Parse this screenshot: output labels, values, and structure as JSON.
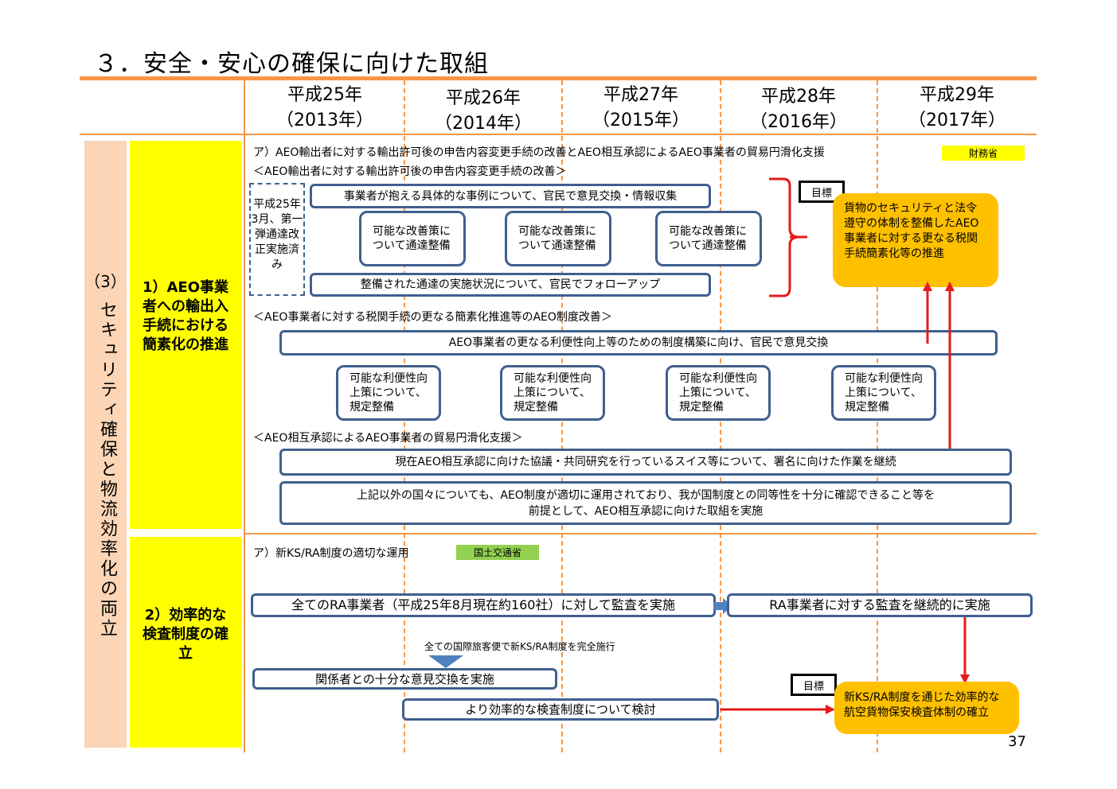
{
  "title": "３．安全・安心の確保に向けた取組",
  "years": [
    {
      "label": "平成25年",
      "sub": "（2013年）"
    },
    {
      "label": "平成26年",
      "sub": "（2014年）"
    },
    {
      "label": "平成27年",
      "sub": "（2015年）"
    },
    {
      "label": "平成28年",
      "sub": "（2016年）"
    },
    {
      "label": "平成29年",
      "sub": "（2017年）"
    }
  ],
  "section": {
    "number": "（3）",
    "name": "セキュリティ確保と物流効率化の両立"
  },
  "item1": {
    "label": "1）AEO事業者への輸出入手続における簡素化の推進",
    "heading": "ア）AEO輸出者に対する輸出許可後の申告内容変更手続の改善とAEO相互承認によるAEO事業者の貿易円滑化支援",
    "agency": "財務省",
    "sub1": "＜AEO輸出者に対する輸出許可後の申告内容変更手続の改善＞",
    "dashed_box": "平成25年3月、第一弾通達改正実施済み",
    "exchange": "事業者が抱える具体的な事例について、官民で意見交換・情報収集",
    "improve": [
      "可能な改善策について通達整備",
      "可能な改善策について通達整備",
      "可能な改善策について通達整備"
    ],
    "followup": "整備された通達の実施状況について、官民でフォローアップ",
    "goal_label": "目標",
    "goal_text": "貨物のセキュリティと法令遵守の体制を整備したAEO事業者に対する更なる税関手続簡素化等の推進",
    "sub2": "＜AEO事業者に対する税関手続の更なる簡素化推進等のAEO制度改善＞",
    "convenience_exchange": "AEO事業者の更なる利便性向上等のための制度構築に向け、官民で意見交換",
    "convenience": [
      "可能な利便性向上策について、規定整備",
      "可能な利便性向上策について、規定整備",
      "可能な利便性向上策について、規定整備",
      "可能な利便性向上策について、規定整備"
    ],
    "sub3": "＜AEO相互承認によるAEO事業者の貿易円滑化支援＞",
    "swiss": "現在AEO相互承認に向けた協議・共同研究を行っているスイス等について、署名に向けた作業を継続",
    "others_line1": "上記以外の国々についても、AEO制度が適切に運用されており、我が国制度との同等性を十分に確認できること等を",
    "others_line2": "前提として、AEO相互承認に向けた取組を実施"
  },
  "item2": {
    "label": "2）効率的な検査制度の確立",
    "heading": "ア）新KS/RA制度の適切な運用",
    "agency": "国土交通省",
    "audit_all": "全てのRA事業者（平成25年8月現在約160社）に対して監査を実施",
    "audit_continue": "RA事業者に対する監査を継続的に実施",
    "full_enforce": "全ての国際旅客便で新KS/RA制度を完全施行",
    "stakeholders": "関係者との十分な意見交換を実施",
    "efficient": "より効率的な検査制度について検討",
    "goal_label": "目標",
    "goal_text": "新KS/RA制度を通じた効率的な航空貨物保安検査体制の確立"
  },
  "page_number": "37",
  "colors": {
    "accent": "#f79646",
    "yellow": "#ffff00",
    "gold": "#ffc000",
    "peach": "#fbd5b5",
    "navy": "#3f5f8f",
    "red": "#e41b1b",
    "green": "#92d050"
  }
}
